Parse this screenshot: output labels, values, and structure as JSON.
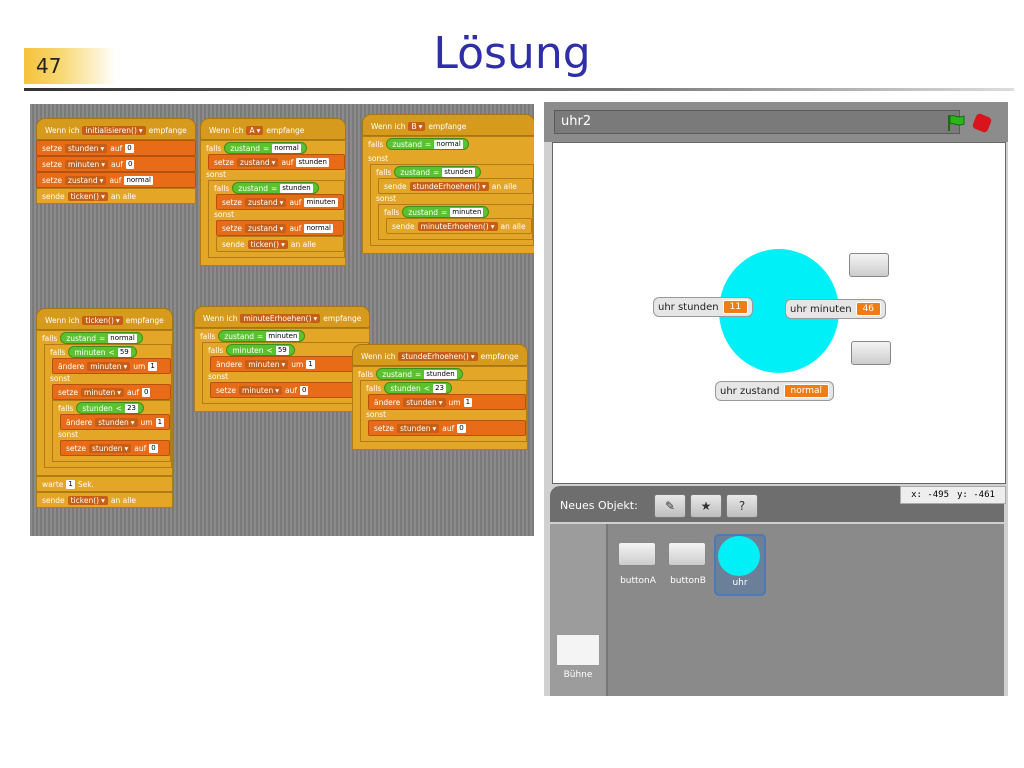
{
  "slide": {
    "number": "47",
    "title": "Lösung"
  },
  "scripts": {
    "s1": {
      "hat": [
        "Wenn ich",
        "initialisieren()",
        "empfange"
      ],
      "rows": [
        [
          "setze",
          "stunden",
          "auf",
          "0"
        ],
        [
          "setze",
          "minuten",
          "auf",
          "0"
        ],
        [
          "setze",
          "zustand",
          "auf",
          "normal"
        ],
        [
          "sende",
          "ticken()",
          "an alle"
        ]
      ]
    },
    "s2": {
      "hat": [
        "Wenn ich",
        "A",
        "empfange"
      ],
      "falls": [
        "falls",
        "zustand",
        "=",
        "normal"
      ],
      "r1": [
        "setze",
        "zustand",
        "auf",
        "stunden"
      ],
      "sonst": "sonst",
      "falls2": [
        "falls",
        "zustand",
        "=",
        "stunden"
      ],
      "r2": [
        "setze",
        "zustand",
        "auf",
        "minuten"
      ],
      "sonst2": "sonst",
      "r3": [
        "setze",
        "zustand",
        "auf",
        "normal"
      ],
      "r4": [
        "sende",
        "ticken()",
        "an alle"
      ]
    },
    "s3": {
      "hat": [
        "Wenn ich",
        "B",
        "empfange"
      ],
      "falls": [
        "falls",
        "zustand",
        "=",
        "normal"
      ],
      "sonst": "sonst",
      "falls2": [
        "falls",
        "zustand",
        "=",
        "stunden"
      ],
      "r1": [
        "sende",
        "stundeErhoehen()",
        "an alle"
      ],
      "sonst2": "sonst",
      "falls3": [
        "falls",
        "zustand",
        "=",
        "minuten"
      ],
      "r2": [
        "sende",
        "minuteErhoehen()",
        "an alle"
      ]
    },
    "s4": {
      "hat": [
        "Wenn ich",
        "ticken()",
        "empfange"
      ],
      "falls": [
        "falls",
        "zustand",
        "=",
        "normal"
      ],
      "falls2": [
        "falls",
        "minuten",
        "<",
        "59"
      ],
      "r1": [
        "ändere",
        "minuten",
        "um",
        "1"
      ],
      "sonst": "sonst",
      "r2": [
        "setze",
        "minuten",
        "auf",
        "0"
      ],
      "falls3": [
        "falls",
        "stunden",
        "<",
        "23"
      ],
      "r3": [
        "ändere",
        "stunden",
        "um",
        "1"
      ],
      "sonst2": "sonst",
      "r4": [
        "setze",
        "stunden",
        "auf",
        "0"
      ],
      "warte": [
        "warte",
        "1",
        "Sek."
      ],
      "sende": [
        "sende",
        "ticken()",
        "an alle"
      ]
    },
    "s5": {
      "hat": [
        "Wenn ich",
        "minuteErhoehen()",
        "empfange"
      ],
      "falls": [
        "falls",
        "zustand",
        "=",
        "minuten"
      ],
      "falls2": [
        "falls",
        "minuten",
        "<",
        "59"
      ],
      "r1": [
        "ändere",
        "minuten",
        "um",
        "1"
      ],
      "sonst": "sonst",
      "r2": [
        "setze",
        "minuten",
        "auf",
        "0"
      ]
    },
    "s6": {
      "hat": [
        "Wenn ich",
        "stundeErhoehen()",
        "empfange"
      ],
      "falls": [
        "falls",
        "zustand",
        "=",
        "stunden"
      ],
      "falls2": [
        "falls",
        "stunden",
        "<",
        "23"
      ],
      "r1": [
        "ändere",
        "stunden",
        "um",
        "1"
      ],
      "sonst": "sonst",
      "r2": [
        "setze",
        "stunden",
        "auf",
        "0"
      ]
    }
  },
  "stage": {
    "sprite_name": "uhr2",
    "monitors": {
      "stunden": {
        "label": "uhr stunden",
        "value": "11"
      },
      "minuten": {
        "label": "uhr minuten",
        "value": "46"
      },
      "zustand": {
        "label": "uhr zustand",
        "value": "normal"
      }
    },
    "coords": {
      "x": "x: -495",
      "y": "y: -461"
    },
    "new_object_label": "Neues Objekt:"
  },
  "sprites": [
    {
      "name": "buttonA"
    },
    {
      "name": "buttonB"
    },
    {
      "name": "uhr"
    }
  ],
  "buehne_label": "Bühne",
  "colors": {
    "title": "#2e2ea8",
    "control": "#e3a626",
    "variables": "#e86c17",
    "operators": "#5cc12f",
    "clock": "#00f0f8",
    "stop": "#d8141c"
  },
  "icons": {
    "flag": "green-flag-icon",
    "stop": "stop-icon",
    "paint": "paint-new-sprite-icon",
    "folder": "open-sprite-folder-icon",
    "surprise": "surprise-sprite-icon"
  }
}
